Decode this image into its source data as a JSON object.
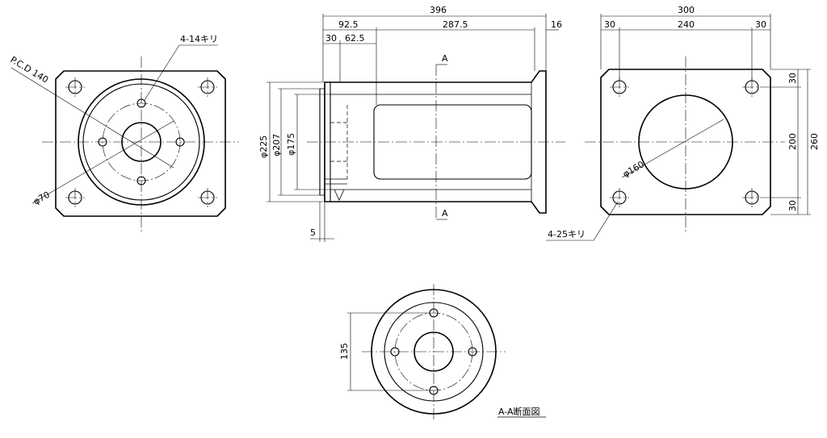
{
  "front_view": {
    "hole_callout": "4-14キリ",
    "pcd_label": "P.C.D 140",
    "bore_label": "φ70"
  },
  "side_view": {
    "overall_length": "396",
    "flange_offset": "92.5",
    "pilot_length": "30",
    "step_length": "62.5",
    "body_length": "287.5",
    "end_flange": "16",
    "dia_outer": "φ225",
    "dia_mid": "φ207",
    "dia_inner": "φ175",
    "lip": "5",
    "section_mark_top": "A",
    "section_mark_bottom": "A"
  },
  "rear_view": {
    "overall_width": "300",
    "edge_left": "30",
    "hole_spacing": "240",
    "edge_right": "30",
    "edge_top": "30",
    "hole_spacing_v": "200",
    "overall_height": "260",
    "edge_bottom": "30",
    "bore_label": "φ160",
    "hole_callout": "4-25キリ"
  },
  "section_view": {
    "dim_135": "135",
    "title": "A-A断面図"
  }
}
